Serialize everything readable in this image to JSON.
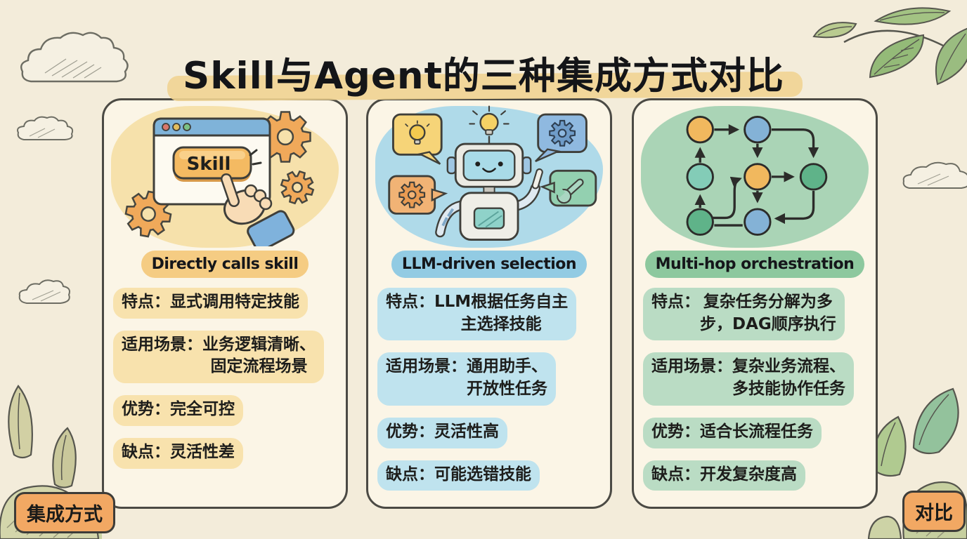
{
  "title": "Skill与Agent的三种集成方式对比",
  "badges": {
    "left": "集成方式",
    "right": "对比"
  },
  "cards": [
    {
      "title": "Directly calls skill",
      "illustration": {
        "name": "skill-button-click",
        "button_label": "Skill"
      },
      "theme": {
        "wash": "#f6dfa8",
        "title_pill": "#f5cc83",
        "line_pill": "#f8e2ad",
        "accent": "#f0a95a"
      },
      "features": [
        {
          "label": "特点：",
          "text": "显式调用特定技能"
        },
        {
          "label": "适用场景：",
          "text": "业务逻辑清晰、\n固定流程场景"
        },
        {
          "label": "优势：",
          "text": "完全可控"
        },
        {
          "label": "缺点：",
          "text": "灵活性差"
        }
      ]
    },
    {
      "title": "LLM-driven selection",
      "illustration": {
        "name": "robot-llm-selecting-tools"
      },
      "theme": {
        "wash": "#abd8e9",
        "title_pill": "#92cbe3",
        "line_pill": "#bfe3ee",
        "accent": "#8fb9e0"
      },
      "features": [
        {
          "label": "特点：",
          "text": "LLM根据任务自主\n主选择技能"
        },
        {
          "label": "适用场景：",
          "text": "通用助手、\n开放性任务"
        },
        {
          "label": "优势：",
          "text": "灵活性高"
        },
        {
          "label": "缺点：",
          "text": "可能选错技能"
        }
      ]
    },
    {
      "title": "Multi-hop orchestration",
      "illustration": {
        "name": "dag-workflow"
      },
      "theme": {
        "wash": "#a5d2b3",
        "title_pill": "#8dc89e",
        "line_pill": "#badcc4",
        "accent": "#5fb389"
      },
      "features": [
        {
          "label": "特点：",
          "text": "复杂任务分解为多\n步，DAG顺序执行"
        },
        {
          "label": "适用场景：",
          "text": "复杂业务流程、\n多技能协作任务"
        },
        {
          "label": "优势：",
          "text": "适合长流程任务"
        },
        {
          "label": "缺点：",
          "text": "开发复杂度高"
        }
      ]
    }
  ]
}
